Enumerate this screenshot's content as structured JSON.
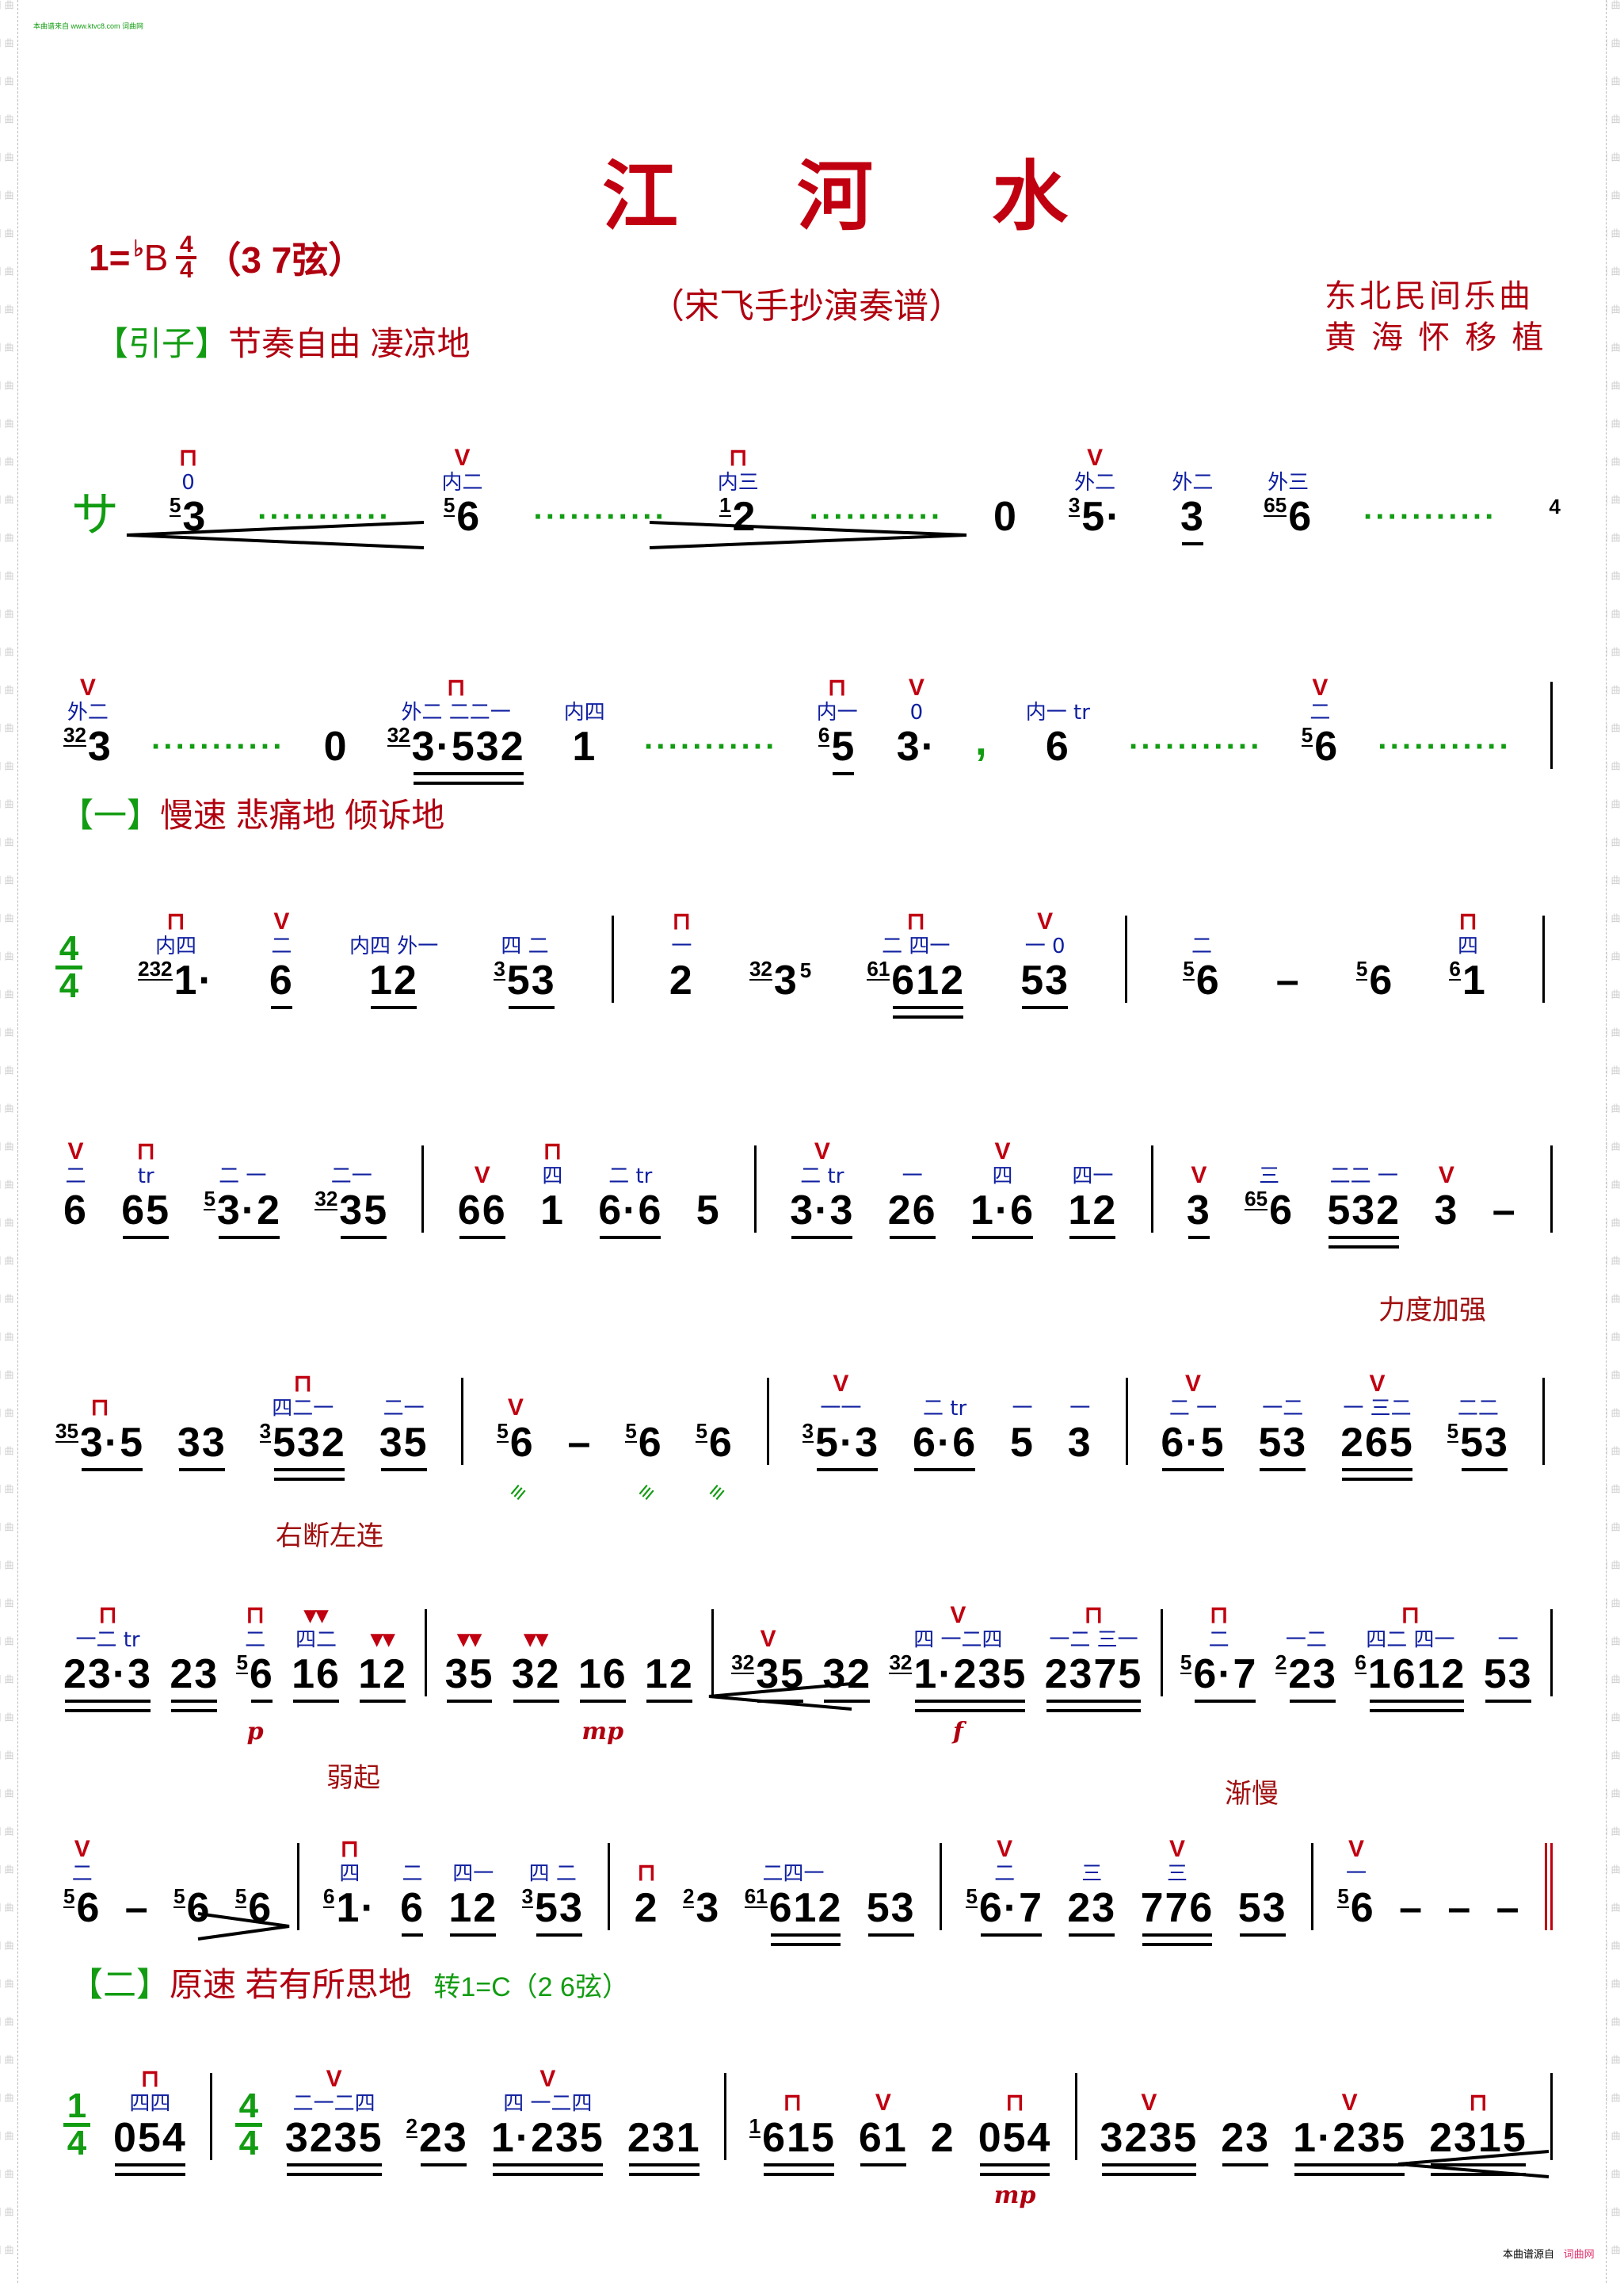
{
  "watermark_top": "本曲谱来自 www.ktvc8.com 词曲网",
  "side_watermark": "词曲网",
  "footer": {
    "prefix": "本曲谱源自",
    "site": "词曲网"
  },
  "title": "江河水",
  "key": {
    "tonic": "1=",
    "flat": "♭",
    "note": "B",
    "ts_num": "4",
    "ts_den": "4",
    "strings": "（3 7弦）"
  },
  "subtitle": "（宋飞手抄演奏谱）",
  "composer": [
    "东北民间乐曲",
    "黄 海 怀 移 植"
  ],
  "sections": {
    "intro": {
      "bracket": "【引子】",
      "text": "节奏自由  凄凉地"
    },
    "one": {
      "bracket": "【一】",
      "text": "慢速  悲痛地  倾诉地"
    },
    "two": {
      "bracket": "【二】",
      "text": "原速  若有所思地",
      "modulation": "转1=C（2 6弦）"
    }
  },
  "expressions": {
    "strengthen": "力度加强",
    "right_left": "右断左连",
    "weak_start": "弱起",
    "ritard": "渐慢"
  },
  "colors": {
    "title": "#c00010",
    "section": "#129c12",
    "fingering": "#1020a0"
  },
  "systems": [
    {
      "name": "intro-line-1",
      "tokens": [
        {
          "t": "mark",
          "n": "サ"
        },
        {
          "n": "3",
          "g": "5",
          "a": "0",
          "b": "⊓"
        },
        {
          "t": "dots",
          "n": "···········"
        },
        {
          "n": "6",
          "g": "5",
          "a": "内二",
          "b": "V"
        },
        {
          "t": "dots",
          "n": "···········"
        },
        {
          "n": "2",
          "g": "1",
          "a": "内三",
          "b": "⊓"
        },
        {
          "t": "dots",
          "n": "···········"
        },
        {
          "n": "0"
        },
        {
          "n": "5·",
          "g": "3",
          "a": "外二",
          "b": "V"
        },
        {
          "n": "3",
          "a": "外二",
          "u": 1
        },
        {
          "n": "6",
          "g": "65",
          "a": "外三"
        },
        {
          "t": "dots",
          "n": "···········"
        },
        {
          "n": "",
          "post": "4"
        }
      ]
    },
    {
      "name": "intro-line-2",
      "tokens": [
        {
          "n": "3",
          "g": "32",
          "a": "外二",
          "b": "V"
        },
        {
          "t": "dots",
          "n": "···········"
        },
        {
          "n": "0"
        },
        {
          "n": "3·532",
          "g": "32",
          "a": "外二 二二一",
          "b": "⊓",
          "u": 2
        },
        {
          "n": "1",
          "a": "内四"
        },
        {
          "t": "dots",
          "n": "···········"
        },
        {
          "n": "5",
          "g": "6",
          "a": "内一",
          "b": "⊓",
          "u": 1
        },
        {
          "n": "3·",
          "a": "0",
          "b": "V"
        },
        {
          "t": "comma",
          "n": ","
        },
        {
          "n": "6",
          "a": "内一 tr"
        },
        {
          "t": "dots",
          "n": "···········"
        },
        {
          "n": "6",
          "g": "5",
          "a": "二",
          "b": "V"
        },
        {
          "t": "dots",
          "n": "···········"
        },
        {
          "t": "bar"
        }
      ]
    },
    {
      "name": "line-3",
      "tokens": [
        {
          "t": "ts",
          "num": "4",
          "den": "4"
        },
        {
          "n": "1·",
          "g": "232",
          "a": "内四",
          "b": "⊓"
        },
        {
          "n": "6",
          "a": "二",
          "b": "V",
          "u": 1
        },
        {
          "n": "12",
          "a": "内四 外一",
          "u": 1
        },
        {
          "n": "53",
          "g": "3",
          "a": "四 二",
          "u": 1
        },
        {
          "t": "bar"
        },
        {
          "n": "2",
          "a": "一",
          "b": "⊓"
        },
        {
          "n": "3",
          "g": "32",
          "post": "5"
        },
        {
          "n": "612",
          "g": "61",
          "a": "二 四一",
          "b": "⊓",
          "u": 2
        },
        {
          "n": "53",
          "a": "一 0",
          "b": "V",
          "u": 1
        },
        {
          "t": "bar"
        },
        {
          "n": "6",
          "g": "5",
          "a": "二"
        },
        {
          "n": "–"
        },
        {
          "n": "6",
          "g": "5"
        },
        {
          "n": "1",
          "g": "6",
          "a": "四",
          "b": "⊓"
        },
        {
          "t": "bar"
        }
      ]
    },
    {
      "name": "line-4",
      "tokens": [
        {
          "n": "6",
          "a": "二",
          "b": "V"
        },
        {
          "n": "65",
          "a": "tr",
          "b": "⊓",
          "u": 1
        },
        {
          "n": "3·2",
          "g": "5",
          "a": "二 一",
          "u": 1
        },
        {
          "n": "35",
          "g": "32",
          "a": "二一",
          "u": 1
        },
        {
          "t": "bar"
        },
        {
          "n": "66",
          "b": "V",
          "u": 1
        },
        {
          "n": "1",
          "a": "四",
          "b": "⊓"
        },
        {
          "n": "6·6",
          "a": "二 tr",
          "u": 1
        },
        {
          "n": "5"
        },
        {
          "t": "bar"
        },
        {
          "n": "3·3",
          "a": "二 tr",
          "b": "V",
          "u": 1
        },
        {
          "n": "26",
          "a": "一",
          "u": 1
        },
        {
          "n": "1·6",
          "a": "四",
          "b": "V",
          "u": 1
        },
        {
          "n": "12",
          "a": "四一",
          "u": 1
        },
        {
          "t": "bar"
        },
        {
          "n": "3",
          "b": "V",
          "u": 1
        },
        {
          "n": "6",
          "g": "65",
          "a": "三"
        },
        {
          "n": "532",
          "a": "二二 一",
          "u": 2
        },
        {
          "n": "3",
          "b": "V"
        },
        {
          "n": "–"
        },
        {
          "t": "bar"
        }
      ]
    },
    {
      "name": "line-5",
      "tokens": [
        {
          "n": "3·5",
          "g": "35",
          "b": "⊓",
          "u": 1
        },
        {
          "n": "33",
          "u": 1
        },
        {
          "n": "532",
          "g": "3",
          "a": "四二一",
          "b": "⊓",
          "u": 2
        },
        {
          "n": "35",
          "a": "二一",
          "u": 1
        },
        {
          "t": "bar"
        },
        {
          "n": "6",
          "g": "5",
          "b": "V",
          "trem": "≡"
        },
        {
          "n": "–"
        },
        {
          "n": "6",
          "g": "5",
          "trem": "≡"
        },
        {
          "n": "6",
          "g": "5",
          "trem": "≡"
        },
        {
          "t": "bar"
        },
        {
          "n": "5·3",
          "g": "3",
          "a": "一一",
          "b": "V",
          "u": 1
        },
        {
          "n": "6·6",
          "a": "二 tr",
          "u": 1
        },
        {
          "n": "5",
          "a": "一"
        },
        {
          "n": "3",
          "a": "一"
        },
        {
          "t": "bar"
        },
        {
          "n": "6·5",
          "a": "二 一",
          "b": "V",
          "u": 1
        },
        {
          "n": "53",
          "a": "一二",
          "u": 1
        },
        {
          "n": "265",
          "a": "一 三二",
          "b": "V",
          "u": 2
        },
        {
          "n": "53",
          "g": "5",
          "a": "二二",
          "u": 1
        },
        {
          "t": "bar"
        }
      ]
    },
    {
      "name": "line-6",
      "tokens": [
        {
          "n": "23·3",
          "a": "一二 tr",
          "b": "⊓",
          "u": 2
        },
        {
          "n": "23",
          "u": 2
        },
        {
          "n": "6",
          "g": "5",
          "a": "二",
          "b": "⊓",
          "u": 1,
          "dyn": "p"
        },
        {
          "n": "16",
          "a": "四二",
          "b": "▾▾",
          "u": 1
        },
        {
          "n": "12",
          "b": "▾▾",
          "u": 1
        },
        {
          "t": "bar"
        },
        {
          "n": "35",
          "b": "▾▾",
          "u": 1
        },
        {
          "n": "32",
          "b": "▾▾",
          "u": 1
        },
        {
          "n": "16",
          "u": 1,
          "dyn": "mp"
        },
        {
          "n": "12",
          "u": 1
        },
        {
          "t": "bar"
        },
        {
          "n": "35",
          "g": "32",
          "b": "V",
          "u": 1
        },
        {
          "n": "32",
          "u": 1
        },
        {
          "n": "1·235",
          "g": "32",
          "a": "四 一二四",
          "b": "V",
          "u": 2,
          "dyn": "f"
        },
        {
          "n": "2375",
          "a": "一二 三一",
          "b": "⊓",
          "u": 2
        },
        {
          "t": "bar"
        },
        {
          "n": "6·7",
          "g": "5",
          "a": "二",
          "b": "⊓",
          "u": 1
        },
        {
          "n": "23",
          "g": "2",
          "a": "一二",
          "u": 1
        },
        {
          "n": "1612",
          "g": "6",
          "a": "四二 四一",
          "b": "⊓",
          "u": 2
        },
        {
          "n": "53",
          "a": "一",
          "u": 1
        },
        {
          "t": "bar"
        }
      ]
    },
    {
      "name": "line-7",
      "tokens": [
        {
          "n": "6",
          "g": "5",
          "a": "二",
          "b": "V"
        },
        {
          "n": "–"
        },
        {
          "n": "6",
          "g": "5"
        },
        {
          "n": "6",
          "g": "5"
        },
        {
          "t": "bar"
        },
        {
          "n": "1·",
          "g": "6",
          "a": "四",
          "b": "⊓"
        },
        {
          "n": "6",
          "a": "二",
          "u": 1
        },
        {
          "n": "12",
          "a": "四一",
          "u": 1
        },
        {
          "n": "53",
          "g": "3",
          "a": "四 二",
          "u": 1
        },
        {
          "t": "bar"
        },
        {
          "n": "2",
          "b": "⊓"
        },
        {
          "n": "3",
          "g": "2"
        },
        {
          "n": "612",
          "g": "61",
          "a": "二四一",
          "u": 2
        },
        {
          "n": "53",
          "u": 1
        },
        {
          "t": "bar"
        },
        {
          "n": "6·7",
          "g": "5",
          "a": "二",
          "b": "V",
          "u": 1
        },
        {
          "n": "23",
          "a": "三",
          "u": 1
        },
        {
          "n": "776",
          "a": "三",
          "b": "V",
          "u": 2
        },
        {
          "n": "53",
          "u": 1
        },
        {
          "t": "bar"
        },
        {
          "n": "6",
          "g": "5",
          "a": "一",
          "b": "V"
        },
        {
          "n": "–"
        },
        {
          "n": "–"
        },
        {
          "n": "–"
        },
        {
          "t": "dbar"
        }
      ]
    },
    {
      "name": "line-8",
      "tokens": [
        {
          "t": "ts",
          "num": "1",
          "den": "4"
        },
        {
          "n": "054",
          "a": "四四",
          "b": "⊓",
          "u": 2
        },
        {
          "t": "bar"
        },
        {
          "t": "ts",
          "num": "4",
          "den": "4"
        },
        {
          "n": "3235",
          "a": "二一二四",
          "b": "V",
          "u": 2
        },
        {
          "n": "23",
          "g": "2",
          "u": 1
        },
        {
          "n": "1·235",
          "a": "四 一二四",
          "b": "V",
          "u": 2
        },
        {
          "n": "231",
          "u": 2
        },
        {
          "t": "bar"
        },
        {
          "n": "615",
          "g": "1",
          "b": "⊓",
          "u": 2
        },
        {
          "n": "61",
          "b": "V",
          "u": 1
        },
        {
          "n": "2"
        },
        {
          "n": "054",
          "b": "⊓",
          "u": 2,
          "dyn": "mp"
        },
        {
          "t": "bar"
        },
        {
          "n": "3235",
          "b": "V",
          "u": 2
        },
        {
          "n": "23",
          "u": 1
        },
        {
          "n": "1·235",
          "b": "V",
          "u": 2
        },
        {
          "n": "2315",
          "b": "⊓",
          "u": 2
        },
        {
          "t": "bar"
        }
      ]
    }
  ]
}
